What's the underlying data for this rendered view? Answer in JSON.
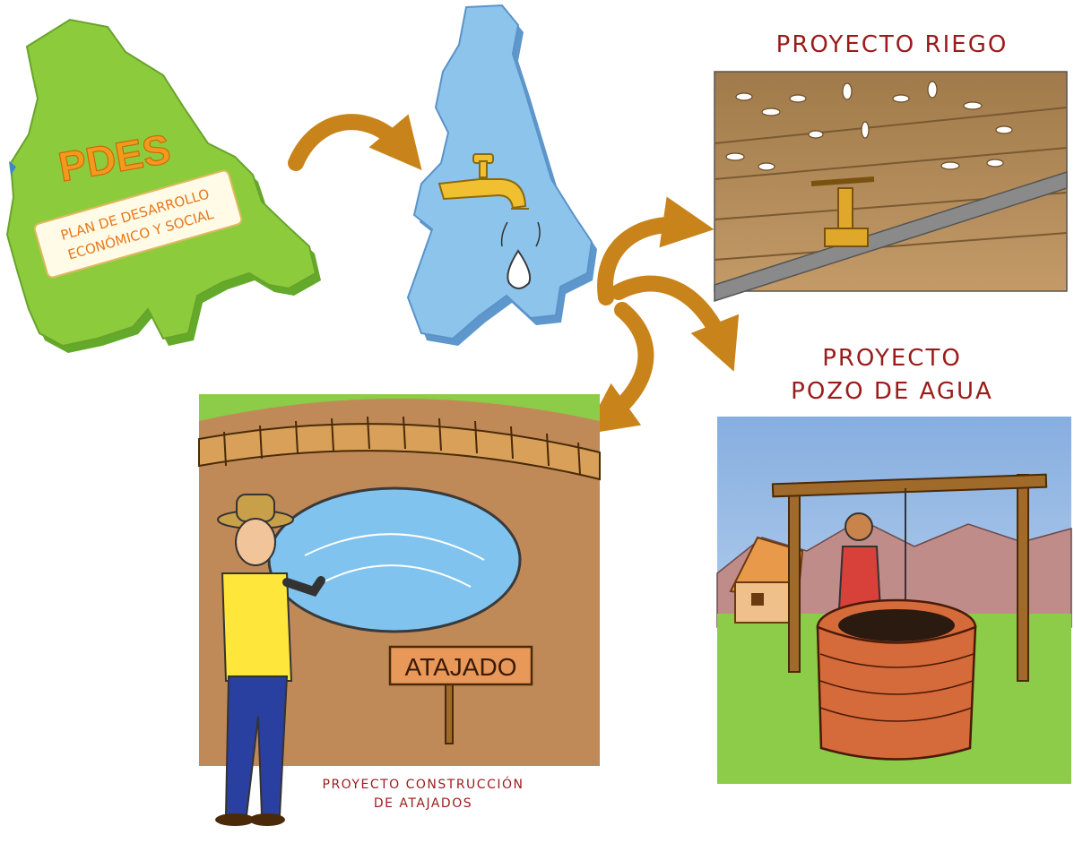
{
  "bolivia_map": {
    "acronym": "PDES",
    "subtitle_line1": "PLAN DE DESARROLLO",
    "subtitle_line2": "ECONÓMICO Y SOCIAL"
  },
  "projects": {
    "riego": {
      "title": "PROYECTO RIEGO"
    },
    "pozo": {
      "title_line1": "PROYECTO",
      "title_line2": "POZO DE AGUA"
    },
    "atajados": {
      "title_line1": "PROYECTO CONSTRUCCIÓN",
      "title_line2": "DE ATAJADOS",
      "sign_text": "ATAJADO"
    }
  },
  "colors": {
    "arrow": "#c8841a",
    "title_red": "#9a1b1b",
    "map_green": "#8ccc3c",
    "map_blue": "#8cc4ec",
    "pdes_orange": "#f39a1c",
    "water": "#7fc3ee"
  }
}
